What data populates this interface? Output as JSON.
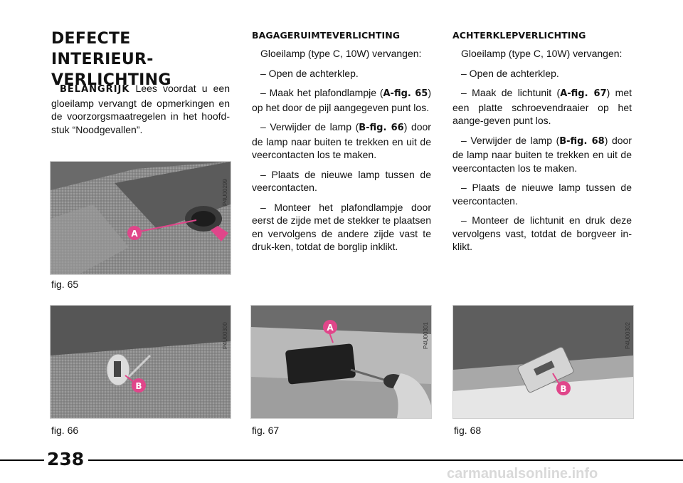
{
  "page": {
    "number": "238",
    "watermark": "carmanualsonline.info"
  },
  "col1": {
    "title_line1": "DEFECTE INTERIEUR-",
    "title_line2": "VERLICHTING",
    "important_label": "BELANGRIJK",
    "important_text": " Lees voordat u een gloeilamp vervangt de opmerkingen en de voorzorgsmaatregelen in het hoofd-stuk “Noodgevallen”."
  },
  "col2": {
    "heading": "BAGAGERUIMTEVERLICHTING",
    "p1": "Gloeilamp (type C, 10W) vervangen:",
    "p2": "– Open de achterklep.",
    "p3a": "– Maak het plafondlampje (",
    "p3ref": "A-fig. 65",
    "p3b": ") op het door de pijl aangegeven punt los.",
    "p4a": "– Verwijder de lamp (",
    "p4ref": "B-fig. 66",
    "p4b": ") door de lamp naar buiten te trekken en uit de veercontacten los te maken.",
    "p5": "– Plaats de nieuwe lamp tussen de veercontacten.",
    "p6": "– Monteer het plafondlampje door eerst de zijde met de stekker te plaatsen en vervolgens de andere zijde vast te druk-ken, totdat de borglip inklikt."
  },
  "col3": {
    "heading": "ACHTERKLEPVERLICHTING",
    "p1": "Gloeilamp (type C, 10W) vervangen:",
    "p2": "– Open de achterklep.",
    "p3a": "– Maak de lichtunit (",
    "p3ref": "A-fig. 67",
    "p3b": ") met een platte schroevendraaier op het aange-geven punt los.",
    "p4a": "– Verwijder de lamp (",
    "p4ref": "B-fig. 68",
    "p4b": ") door de lamp naar buiten te trekken en uit de veercontacten los te maken.",
    "p5": "– Plaats de nieuwe lamp tussen de veercontacten.",
    "p6": "– Monteer de lichtunit en druk deze vervolgens vast, totdat de borgveer in-klikt."
  },
  "figures": {
    "f65": {
      "caption": "fig. 65",
      "code": "P4U00299",
      "marker": "A"
    },
    "f66": {
      "caption": "fig. 66",
      "code": "P4U00300",
      "marker": "B"
    },
    "f67": {
      "caption": "fig. 67",
      "code": "P4U00301",
      "marker": "A"
    },
    "f68": {
      "caption": "fig. 68",
      "code": "P4U00302",
      "marker": "B"
    }
  },
  "colors": {
    "marker": "#e0468a",
    "rule": "#000000"
  }
}
